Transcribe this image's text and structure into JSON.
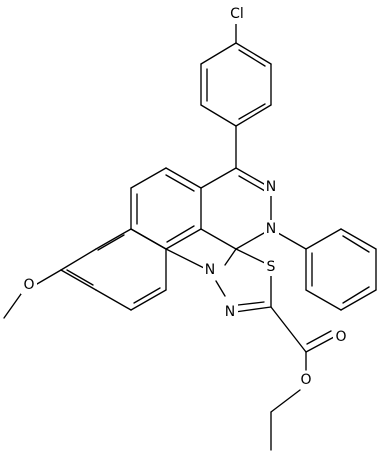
{
  "structure": {
    "atoms": {
      "chlorine": "Cl",
      "ring_nitrogen_upper": "N",
      "ring_nitrogen_lower": "N",
      "thiadiazole_nitrogen": "N",
      "thiadiazole_imine_nitrogen": "N",
      "sulfur": "S",
      "methoxy_oxygen": "O",
      "carbonyl_oxygen": "O",
      "ester_oxygen": "O"
    }
  }
}
